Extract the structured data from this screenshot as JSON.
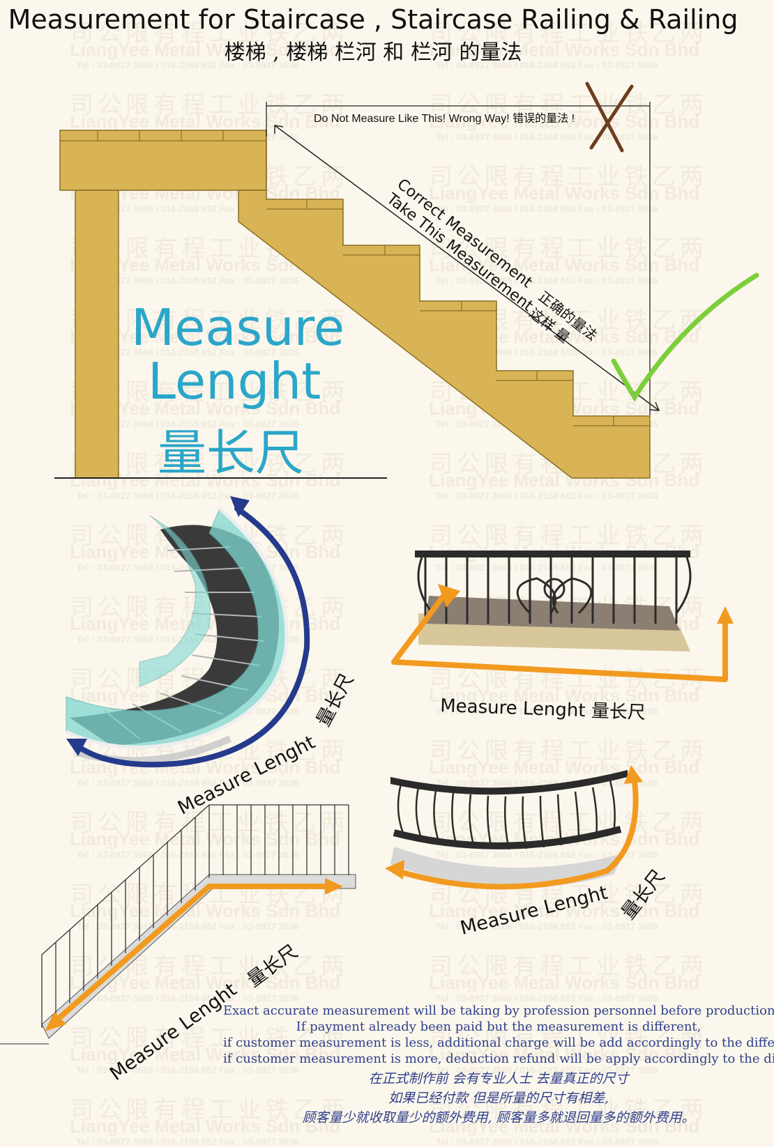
{
  "header": {
    "title_en": "Measurement for  Staircase , Staircase Railing & Railing",
    "title_zh": "楼梯 , 楼梯 栏河  和   栏河 的量法"
  },
  "staircase_diagram": {
    "wrong_label": "Do Not Measure Like This!  Wrong Way!   错误的量法 !",
    "correct_en": "Correct Measurement",
    "take_en": "Take This Measurement",
    "correct_zh": "正确的量法",
    "take_zh": "这样 量",
    "big_en_line1": "Measure",
    "big_en_line2": "Lenght",
    "big_zh": "量长尺",
    "wrong_icon": "cross-mark-icon",
    "right_icon": "check-mark-icon"
  },
  "illustrations": {
    "balcony_top_label": "Measure Lenght  量长尺",
    "spiral_label_en": "Measure Lenght",
    "spiral_label_zh": "量长尺",
    "balcony_bottom_label_en": "Measure Lenght",
    "balcony_bottom_label_zh": "量长尺",
    "stair_label_en": "Measure Lenght",
    "stair_label_zh": "量长尺"
  },
  "notes": {
    "en": [
      "Exact accurate measurement will be taking by profession personnel before production",
      "If payment already been paid but the measurement is different,",
      "if customer measurement is less, additional charge will be add accordingly to the differ ;",
      "if customer measurement is more, deduction refund will be apply accordingly to the differ"
    ],
    "zh": [
      "在正式制作前 会有专业人士 去量真正的尺寸",
      "如果已经付款 但是所量的尺寸有相差,",
      "顾客量少就收取量少的额外费用,  顾客量多就退回量多的额外费用。"
    ]
  },
  "watermark": {
    "zh": "司公限有程工业铁乙两",
    "en": "LiangYee Metal Works Sdn Bhd",
    "tel": "Tel : 03-8927 3666 / 016-2168 652  Fax : 03-8927 3636"
  },
  "colors": {
    "wood": "#d9b457",
    "wood_edge": "#8a6d22",
    "accent_blue": "#2aa6c9",
    "arrow_navy": "#243a8c",
    "arrow_orange": "#f29a1f",
    "check_green": "#7ccf3a",
    "cross_brown": "#6b3d1f",
    "note_text": "#2f3f8c"
  }
}
